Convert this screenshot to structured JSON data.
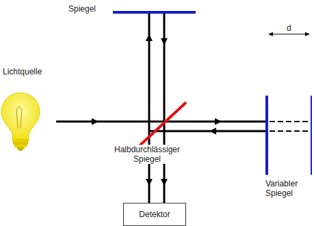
{
  "diagram": {
    "nodes": [
      {
        "text": [
          "Detektor"
        ]
      }
    ],
    "labels": [
      "Spiegel",
      "Lichtquelle",
      "Halbdurchlässiger Spiegel",
      "d",
      "Variabler Spiegel"
    ]
  }
}
